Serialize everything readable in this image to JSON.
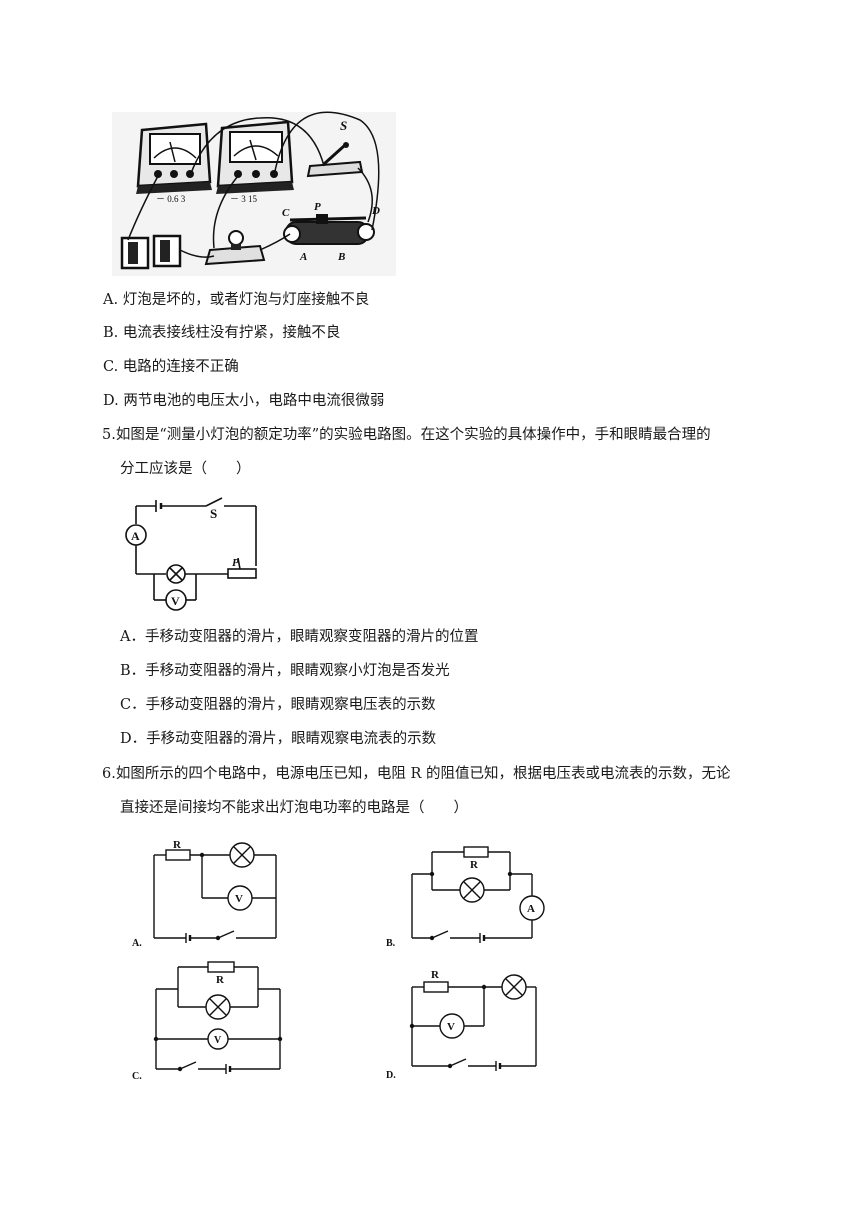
{
  "q4": {
    "figure": {
      "labels": {
        "meter1_scale": "－ 0.6 3",
        "meter2_scale": "－ 3 15",
        "switch": "S",
        "c": "C",
        "p": "P",
        "d": "D",
        "a": "A",
        "b": "B"
      }
    },
    "options": [
      "A.  灯泡是坏的，或者灯泡与灯座接触不良",
      "B.  电流表接线柱没有拧紧，接触不良",
      "C.  电路的连接不正确",
      "D.  两节电池的电压太小，电路中电流很微弱"
    ]
  },
  "q5": {
    "stem_line1": "5.如图是“测量小灯泡的额定功率”的实验电路图。在这个实验的具体操作中，手和眼睛最合理的",
    "stem_line2": "分工应该是（　　）",
    "figure": {
      "switch": "S",
      "ammeter": "A",
      "voltmeter": "V",
      "slider": "P"
    },
    "options": [
      "A．手移动变阻器的滑片，眼睛观察变阻器的滑片的位置",
      "B．手移动变阻器的滑片，眼睛观察小灯泡是否发光",
      "C．手移动变阻器的滑片，眼睛观察电压表的示数",
      "D．手移动变阻器的滑片，眼睛观察电流表的示数"
    ]
  },
  "q6": {
    "stem_line1": "6.如图所示的四个电路中，电源电压已知，电阻 R 的阻值已知，根据电压表或电流表的示数，无论",
    "stem_line2": "直接还是间接均不能求出灯泡电功率的电路是（　　）",
    "circuits": {
      "a": {
        "label": "A.",
        "resistor": "R",
        "meter": "V"
      },
      "b": {
        "label": "B.",
        "resistor": "R",
        "meter": "A"
      },
      "c": {
        "label": "C.",
        "resistor": "R",
        "meter": "V"
      },
      "d": {
        "label": "D.",
        "resistor": "R",
        "meter": "V"
      }
    }
  }
}
